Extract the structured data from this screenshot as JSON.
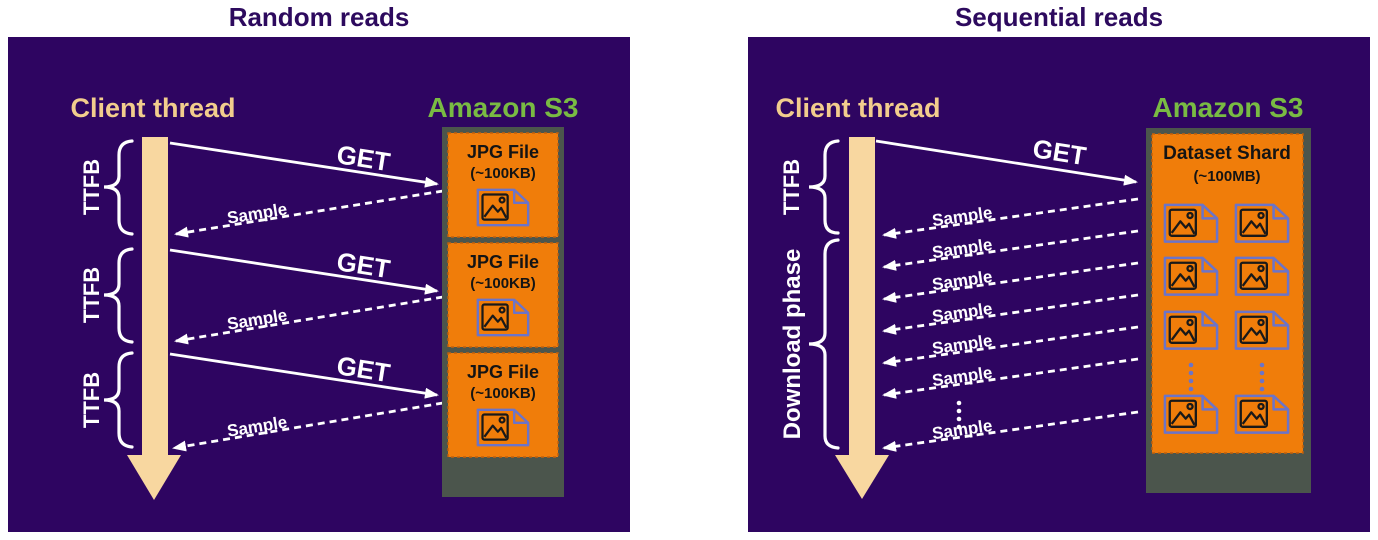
{
  "colors": {
    "panel-bg": "#2e0561",
    "title-text": "#2d0a5e",
    "tan": "#f2cd8d",
    "bar": "#f8d7a0",
    "green": "#79bb43",
    "container": "#4b554c",
    "orange": "#f07d0a",
    "doc": "#6b74c9",
    "arrow-white": "#ffffff"
  },
  "icons": {
    "image_file_icon": "document-with-image-glyph",
    "thread_arrow": "downward-timeline-arrow",
    "get_arrow": "solid-arrow",
    "sample_arrow": "dashed-arrow",
    "brace": "curly-brace",
    "ellipsis": "vertical-dots"
  },
  "left": {
    "title": "Random reads",
    "client_thread_label": "Client thread",
    "s3_label": "Amazon S3",
    "ttfb_labels": [
      "TTFB",
      "TTFB",
      "TTFB"
    ],
    "get_labels": [
      "GET",
      "GET",
      "GET"
    ],
    "sample_labels": [
      "Sample",
      "Sample",
      "Sample"
    ],
    "files": [
      {
        "name": "JPG File",
        "size": "(~100KB)"
      },
      {
        "name": "JPG File",
        "size": "(~100KB)"
      },
      {
        "name": "JPG File",
        "size": "(~100KB)"
      }
    ]
  },
  "right": {
    "title": "Sequential reads",
    "client_thread_label": "Client thread",
    "s3_label": "Amazon S3",
    "ttfb_label": "TTFB",
    "download_phase_label": "Download phase",
    "get_label": "GET",
    "sample_labels": [
      "Sample",
      "Sample",
      "Sample",
      "Sample",
      "Sample",
      "Sample",
      "Sample"
    ],
    "shard": {
      "name": "Dataset Shard",
      "size": "(~100MB)"
    }
  }
}
